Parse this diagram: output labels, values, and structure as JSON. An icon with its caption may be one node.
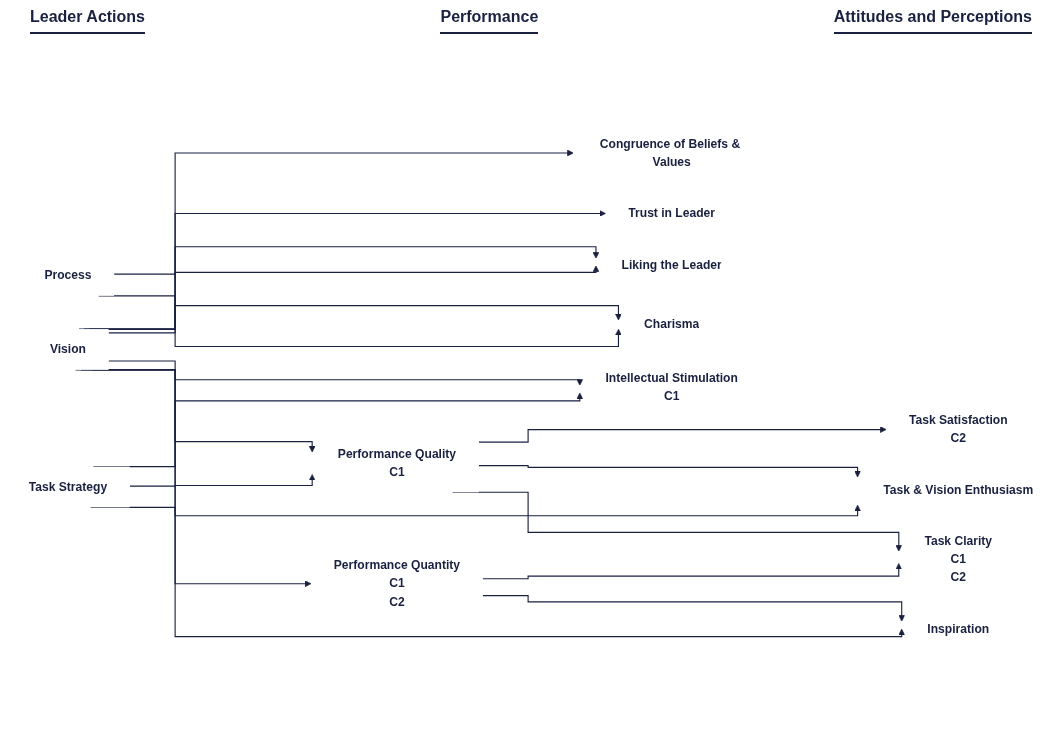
{
  "diagram": {
    "nodes": [
      {
        "text": [
          "Vision"
        ]
      },
      {
        "text": [
          "Task Strategy"
        ]
      },
      {
        "text": [
          "Process"
        ]
      },
      {
        "text": [
          "Performance Quality",
          "C1"
        ]
      },
      {
        "text": [
          "Performance Quantity",
          "C1",
          "C2"
        ]
      },
      {
        "text": [
          "Task Satisfaction",
          "C2"
        ]
      },
      {
        "text": [
          "Task & Vision Enthusiasm"
        ]
      },
      {
        "text": [
          "Task Clarity",
          "C1",
          "C2"
        ]
      },
      {
        "text": [
          "Congruence of Beliefs & Values"
        ]
      },
      {
        "text": [
          "Trust in Leader"
        ]
      },
      {
        "text": [
          "Liking the Leader"
        ]
      },
      {
        "text": [
          "Charisma"
        ]
      },
      {
        "text": [
          "Intellectual Stimulation",
          "C1"
        ]
      },
      {
        "text": [
          "Inspiration"
        ]
      }
    ],
    "edges": [
      {
        "from": 0,
        "to": 3,
        "arrow": "to"
      },
      {
        "from": 1,
        "to": 3,
        "arrow": "to"
      },
      {
        "from": 1,
        "to": 4,
        "arrow": "to"
      },
      {
        "from": 3,
        "to": 5,
        "arrow": "to"
      },
      {
        "from": 3,
        "to": 6,
        "arrow": "to"
      },
      {
        "from": 3,
        "to": 7,
        "arrow": "to"
      },
      {
        "from": 4,
        "to": 7,
        "arrow": "to"
      },
      {
        "from": 4,
        "to": 13,
        "arrow": "to"
      },
      {
        "from": 0,
        "to": 6,
        "arrow": "to"
      },
      {
        "from": 0,
        "to": 8,
        "arrow": "to"
      },
      {
        "from": 0,
        "to": 9,
        "arrow": "to"
      },
      {
        "from": 0,
        "to": 10,
        "arrow": "to"
      },
      {
        "from": 0,
        "to": 11,
        "arrow": "to"
      },
      {
        "from": 0,
        "to": 12,
        "arrow": "to"
      },
      {
        "from": 0,
        "to": 13,
        "arrow": "to"
      },
      {
        "from": 2,
        "to": 10,
        "arrow": "to"
      },
      {
        "from": 2,
        "to": 11,
        "arrow": "to"
      },
      {
        "from": 1,
        "to": 12,
        "arrow": "to"
      }
    ],
    "labels": [
      "Leader Actions",
      "Performance",
      "Attitudes and Perceptions"
    ]
  }
}
